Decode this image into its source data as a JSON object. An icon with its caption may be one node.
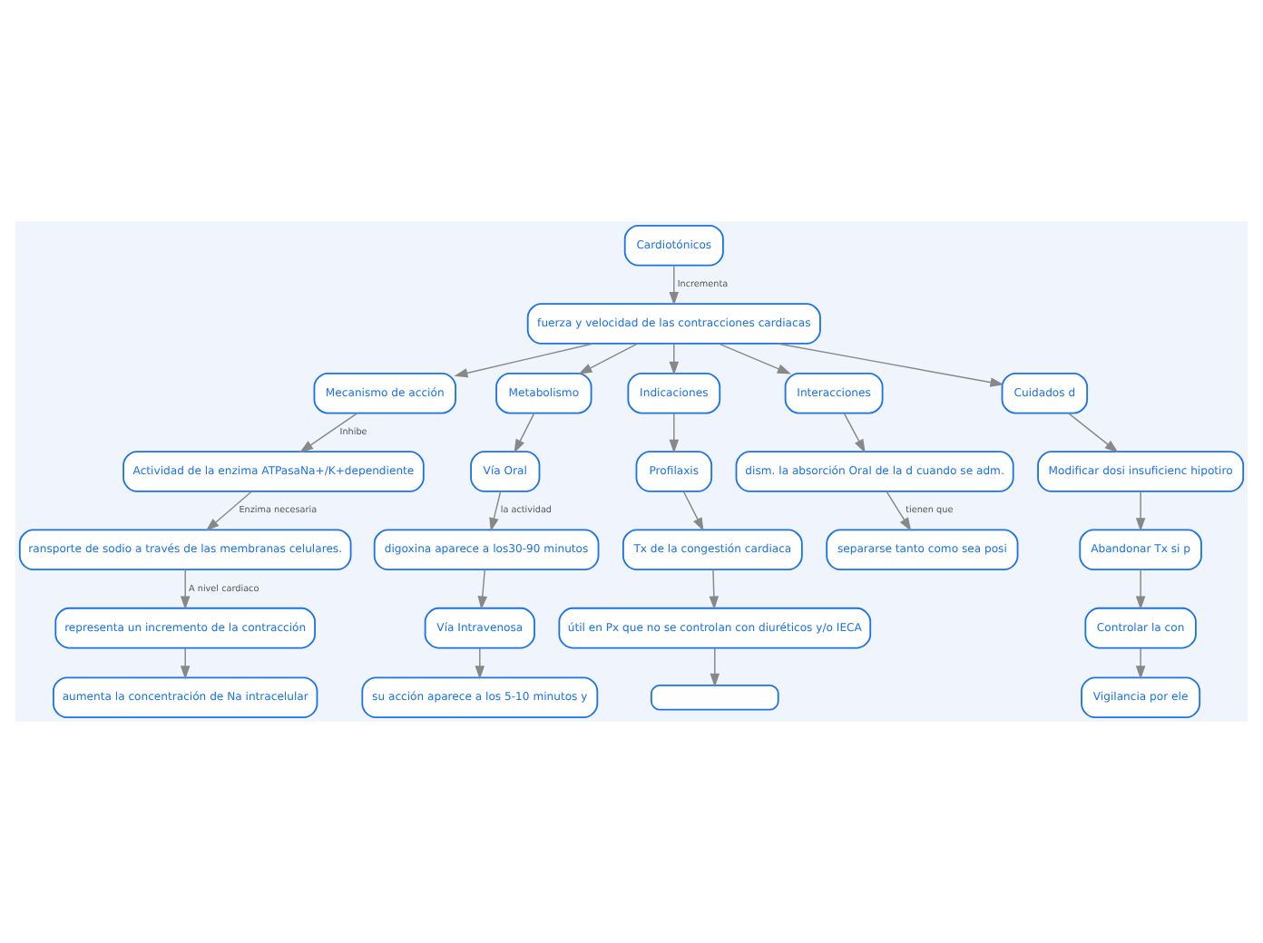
{
  "diagram": {
    "nodes": [
      {
        "text": [
          "Cardiotónicos"
        ]
      },
      {
        "text": [
          "fuerza y velocidad de las contracciones cardiacas"
        ]
      },
      {
        "text": [
          "Mecanismo de acción"
        ]
      },
      {
        "text": [
          "Actividad de la enzima ATPasaNa+/K+dependiente"
        ]
      },
      {
        "text": [
          "ransporte de sodio a través de las membranas celulares."
        ]
      },
      {
        "text": [
          "representa un incremento de la contracción"
        ]
      },
      {
        "text": [
          "aumenta la concentración de Na intracelular"
        ]
      },
      {
        "text": [
          "Metabolismo"
        ]
      },
      {
        "text": [
          "Vía Oral"
        ]
      },
      {
        "text": [
          "digoxina aparece a los30-90 minutos"
        ]
      },
      {
        "text": [
          "Vía Intravenosa"
        ]
      },
      {
        "text": [
          "su acción aparece a los 5-10 minutos y"
        ]
      },
      {
        "text": [
          "Indicaciones"
        ]
      },
      {
        "text": [
          "Profilaxis"
        ]
      },
      {
        "text": [
          "Tx de la congestión cardiaca"
        ]
      },
      {
        "text": [
          "útil en Px que no se controlan con diuréticos y/o IECA"
        ]
      },
      {
        "text": [],
        "shape": "box"
      },
      {
        "text": [
          "Interacciones"
        ]
      },
      {
        "text": [
          "dism. la absorción Oral de la d cuando se adm."
        ]
      },
      {
        "text": [
          "separarse tanto como sea posi"
        ]
      },
      {
        "text": [
          "Cuidados d"
        ]
      },
      {
        "text": [
          "Modificar dosi insuficienc hipotiro"
        ]
      },
      {
        "text": [
          "Abandonar Tx si p"
        ]
      },
      {
        "text": [
          "Controlar la con"
        ]
      },
      {
        "text": [
          "Vigilancia por ele"
        ]
      }
    ],
    "edges": [
      {
        "from": 0,
        "to": 1,
        "arrow": "to",
        "label": "Incrementa"
      },
      {
        "from": 1,
        "to": 2,
        "arrow": "to"
      },
      {
        "from": 2,
        "to": 3,
        "arrow": "to",
        "label": "Inhibe"
      },
      {
        "from": 3,
        "to": 4,
        "arrow": "to",
        "label": "Enzima necesaria"
      },
      {
        "from": 4,
        "to": 5,
        "arrow": "to",
        "label": "A nivel cardiaco"
      },
      {
        "from": 5,
        "to": 6,
        "arrow": "to"
      },
      {
        "from": 1,
        "to": 7,
        "arrow": "to"
      },
      {
        "from": 7,
        "to": 8,
        "arrow": "to"
      },
      {
        "from": 8,
        "to": 9,
        "arrow": "to",
        "label": "la actividad"
      },
      {
        "from": 9,
        "to": 10,
        "arrow": "to"
      },
      {
        "from": 10,
        "to": 11,
        "arrow": "to"
      },
      {
        "from": 1,
        "to": 12,
        "arrow": "to"
      },
      {
        "from": 12,
        "to": 13,
        "arrow": "to"
      },
      {
        "from": 13,
        "to": 14,
        "arrow": "to"
      },
      {
        "from": 14,
        "to": 15,
        "arrow": "to"
      },
      {
        "from": 15,
        "to": 16,
        "arrow": "to"
      },
      {
        "from": 1,
        "to": 17,
        "arrow": "to"
      },
      {
        "from": 17,
        "to": 18,
        "arrow": "to"
      },
      {
        "from": 18,
        "to": 19,
        "arrow": "to",
        "label": "tienen que"
      },
      {
        "from": 1,
        "to": 20,
        "arrow": "to"
      },
      {
        "from": 20,
        "to": 21,
        "arrow": "to"
      },
      {
        "from": 21,
        "to": 22,
        "arrow": "to"
      },
      {
        "from": 22,
        "to": 23,
        "arrow": "to"
      },
      {
        "from": 23,
        "to": 24,
        "arrow": "to"
      }
    ]
  }
}
